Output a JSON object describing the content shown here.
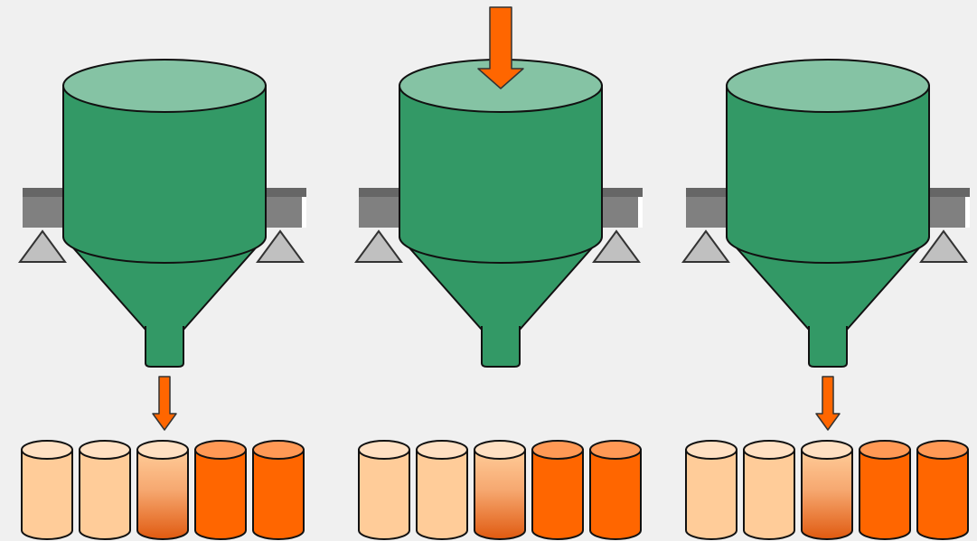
{
  "colors": {
    "background": "#f0f0f0",
    "tank_body": "#339966",
    "tank_top": "#85c3a4",
    "outline": "#111111",
    "arrow": "#ff6600",
    "bracket_top": "#666666",
    "bracket_face": "#808080",
    "support": "#c0c0c0",
    "container_empty": "#ffcc99",
    "container_full": "#ff6600",
    "container_empty_top": "#ffe0c2",
    "container_full_top": "#ff9955"
  },
  "silos": [
    {
      "id": "silo-1",
      "inflow": false,
      "outflow": true,
      "containers": [
        "empty",
        "empty",
        "filling",
        "full",
        "full"
      ]
    },
    {
      "id": "silo-2",
      "inflow": true,
      "outflow": false,
      "containers": [
        "empty",
        "empty",
        "filling",
        "full",
        "full"
      ]
    },
    {
      "id": "silo-3",
      "inflow": false,
      "outflow": true,
      "containers": [
        "empty",
        "empty",
        "filling",
        "full",
        "full"
      ]
    }
  ]
}
